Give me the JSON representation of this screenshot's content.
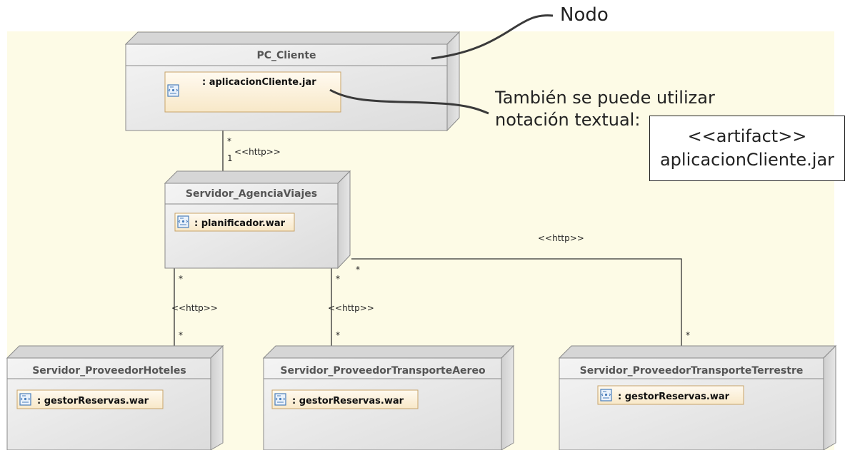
{
  "annotations": {
    "nodo": "Nodo",
    "textual_line1": "También se puede utilizar",
    "textual_line2": "notación textual:",
    "textual_box_line1": "<<artifact>>",
    "textual_box_line2": "aplicacionCliente.jar"
  },
  "nodes": {
    "pc_cliente": {
      "title": "PC_Cliente",
      "artifact": ": aplicacionCliente.jar"
    },
    "agencia": {
      "title": "Servidor_AgenciaViajes",
      "artifact": ": planificador.war"
    },
    "hoteles": {
      "title": "Servidor_ProveedorHoteles",
      "artifact": ": gestorReservas.war"
    },
    "aereo": {
      "title": "Servidor_ProveedorTransporteAereo",
      "artifact": ": gestorReservas.war"
    },
    "terrestre": {
      "title": "Servidor_ProveedorTransporteTerrestre",
      "artifact": ": gestorReservas.war"
    }
  },
  "connections": {
    "client_agencia": {
      "stereotype": "<<http>>",
      "mult_top": "*",
      "mult_bottom": "1"
    },
    "agencia_hoteles": {
      "stereotype": "<<http>>",
      "mult_top": "*",
      "mult_bottom": "*"
    },
    "agencia_aereo": {
      "stereotype": "<<http>>",
      "mult_top": "*",
      "mult_bottom": "*"
    },
    "agencia_terrestre": {
      "stereotype": "<<http>>",
      "mult_top": "*",
      "mult_bottom": "*"
    }
  },
  "colors": {
    "canvas": "#fdfbe6",
    "node_face": "#ebebeb",
    "node_edge": "#8a8a8a",
    "artifact_fill": "#fdf5e0",
    "artifact_border": "#c8a46a",
    "icon": "#4a7ebb"
  }
}
